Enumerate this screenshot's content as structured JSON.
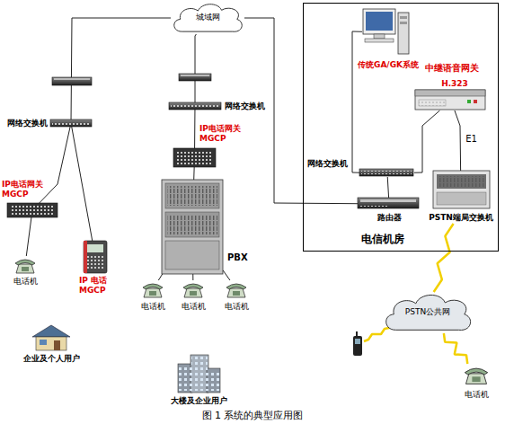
{
  "diagram": {
    "caption": "图 1 系统的典型应用图",
    "nodes": [
      {
        "text": [
          "城域网"
        ]
      },
      {
        "text": [
          "网络交换机"
        ]
      },
      {
        "text": [
          "IP电话网关 MGCP"
        ]
      },
      {
        "text": [
          "IP 电话 MGCP"
        ]
      },
      {
        "text": [
          "电话机"
        ]
      },
      {
        "text": [
          "企业及个人用户"
        ]
      },
      {
        "text": [
          "网络交换机"
        ]
      },
      {
        "text": [
          "IP电话网关 MGCP"
        ]
      },
      {
        "text": [
          "PBX"
        ]
      },
      {
        "text": [
          "电话机"
        ]
      },
      {
        "text": [
          "电话机"
        ]
      },
      {
        "text": [
          "电话机"
        ]
      },
      {
        "text": [
          "大楼及企业用户"
        ]
      },
      {
        "text": [
          "电信机房"
        ]
      },
      {
        "text": [
          "传统GA/GK系统"
        ],
        "in": 13
      },
      {
        "text": [
          "中继语音网关",
          "H.323"
        ],
        "in": 13
      },
      {
        "text": [
          "网络交换机"
        ],
        "in": 13
      },
      {
        "text": [
          "路由器"
        ],
        "in": 13
      },
      {
        "text": [
          "PSTN端局交换机"
        ],
        "in": 13
      },
      {
        "text": [
          "PSTN公共网"
        ]
      },
      {
        "text": [
          "电话机"
        ]
      }
    ],
    "edges": [
      {
        "from": 0,
        "to": 1,
        "arrow": "none"
      },
      {
        "from": 1,
        "to": 2,
        "arrow": "none"
      },
      {
        "from": 1,
        "to": 3,
        "arrow": "none"
      },
      {
        "from": 2,
        "to": 4,
        "arrow": "none"
      },
      {
        "from": 0,
        "to": 6,
        "arrow": "none"
      },
      {
        "from": 6,
        "to": 7,
        "arrow": "none"
      },
      {
        "from": 7,
        "to": 8,
        "arrow": "none"
      },
      {
        "from": 8,
        "to": 9,
        "arrow": "none"
      },
      {
        "from": 8,
        "to": 10,
        "arrow": "none"
      },
      {
        "from": 8,
        "to": 11,
        "arrow": "none"
      },
      {
        "from": 0,
        "to": 17,
        "arrow": "none"
      },
      {
        "from": 17,
        "to": 16,
        "arrow": "none"
      },
      {
        "from": 16,
        "to": 14,
        "arrow": "none"
      },
      {
        "from": 16,
        "to": 15,
        "arrow": "none"
      },
      {
        "from": 15,
        "to": 18,
        "label": "E1",
        "arrow": "none"
      },
      {
        "from": 18,
        "to": 19,
        "arrow": "none"
      },
      {
        "from": 19,
        "to": 20,
        "arrow": "none"
      }
    ]
  }
}
